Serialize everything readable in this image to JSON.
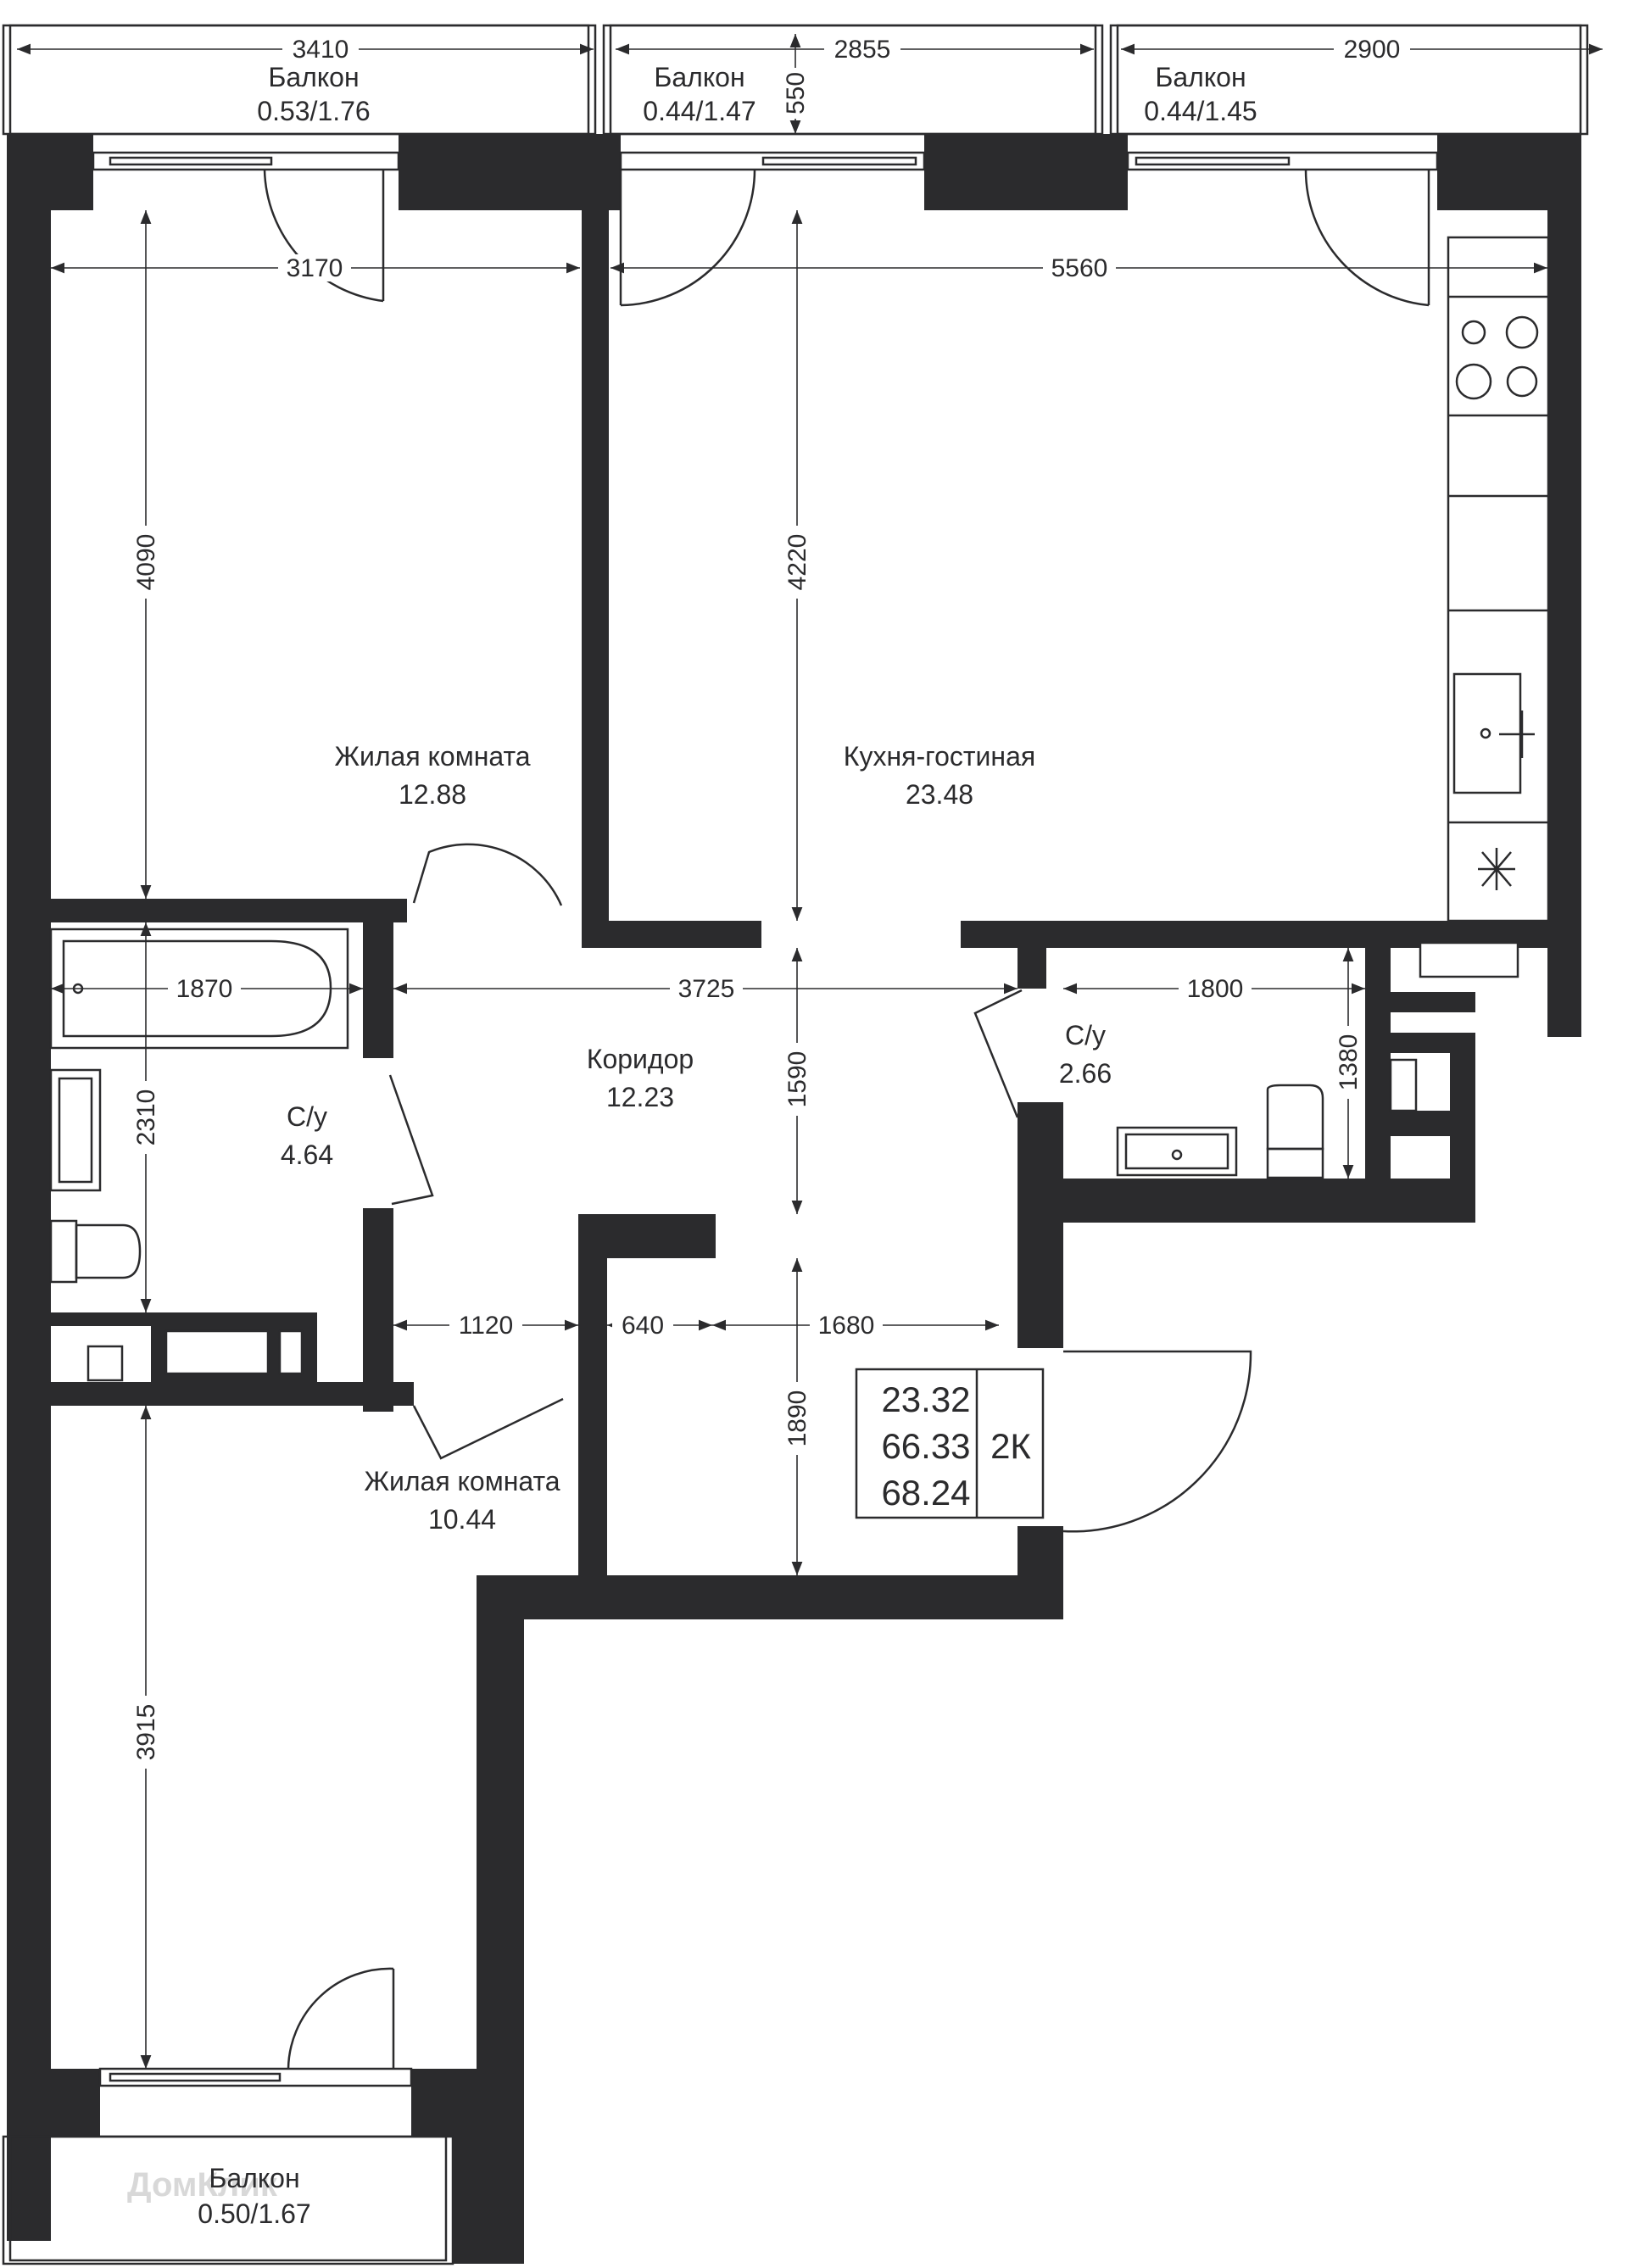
{
  "rooms": {
    "bedroom1": {
      "name": "Жилая комната",
      "area": "12.88"
    },
    "kitchen": {
      "name": "Кухня-гостиная",
      "area": "23.48"
    },
    "bath1": {
      "name": "С/у",
      "area": "4.64"
    },
    "corridor": {
      "name": "Коридор",
      "area": "12.23"
    },
    "bath2": {
      "name": "С/у",
      "area": "2.66"
    },
    "bedroom2": {
      "name": "Жилая комната",
      "area": "10.44"
    }
  },
  "balconies": [
    {
      "name": "Балкон",
      "area": "0.53/1.76"
    },
    {
      "name": "Балкон",
      "area": "0.44/1.47"
    },
    {
      "name": "Балкон",
      "area": "0.44/1.45"
    },
    {
      "name": "Балкон",
      "area": "0.50/1.67"
    }
  ],
  "dimensions": {
    "balcony1_width": "3410",
    "balcony2_width": "2855",
    "balcony3_width": "2900",
    "balcony_depth": "550",
    "bedroom1_width": "3170",
    "bedroom1_depth": "4090",
    "kitchen_width": "5560",
    "kitchen_depth": "4220",
    "bath1_width": "1870",
    "bath1_depth": "2310",
    "corridor_width": "3725",
    "corridor_depth": "1590",
    "bath2_width": "1800",
    "bath2_depth": "1380",
    "hall_a": "1120",
    "hall_b": "640",
    "hall_c": "1680",
    "hall_depth": "1890",
    "bedroom2_depth": "3915"
  },
  "summary": {
    "living_area": "23.32",
    "total_area": "66.33",
    "total_with_balconies": "68.24",
    "type": "2К"
  },
  "watermark": "ДомКлик",
  "colors": {
    "walls": "#2b2b2d",
    "background": "#ffffff"
  }
}
